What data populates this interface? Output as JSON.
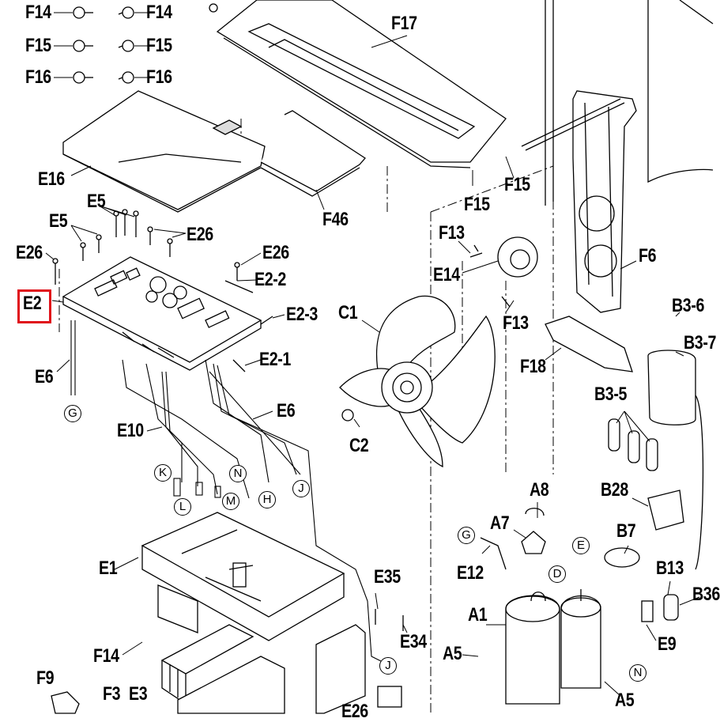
{
  "diagram": {
    "highlight_color": "#e0101a",
    "highlighted_label": "E2",
    "part_labels": {
      "F14a": "F14",
      "F14b": "F14",
      "F15a": "F15",
      "F15b": "F15",
      "F16a": "F16",
      "F16b": "F16",
      "F17": "F17",
      "F15c": "F15",
      "F15d": "F15",
      "E16": "E16",
      "F46": "F46",
      "E5a": "E5",
      "E5b": "E5",
      "E26a": "E26",
      "E26b": "E26",
      "E26c": "E26",
      "E26d": "E26",
      "E2": "E2",
      "E2-2": "E2-2",
      "E2-3": "E2-3",
      "E2-1": "E2-1",
      "E6a": "E6",
      "E6b": "E6",
      "E10": "E10",
      "C1": "C1",
      "C2": "C2",
      "F13a": "F13",
      "F13b": "F13",
      "E14": "E14",
      "F6": "F6",
      "F18": "F18",
      "B3-6": "B3-6",
      "B3-7": "B3-7",
      "B3-5": "B3-5",
      "B28": "B28",
      "B7": "B7",
      "B13": "B13",
      "B36": "B36",
      "E9": "E9",
      "A8": "A8",
      "A7": "A7",
      "E12": "E12",
      "A1": "A1",
      "A5a": "A5",
      "A5b": "A5",
      "E1": "E1",
      "E35": "E35",
      "E34": "E34",
      "F14c": "F14",
      "F9": "F9",
      "F3": "F3",
      "E3": "E3"
    },
    "connector_labels": {
      "G1": "G",
      "K": "K",
      "N1": "N",
      "L": "L",
      "M": "M",
      "H": "H",
      "J1": "J",
      "G2": "G",
      "E": "E",
      "D": "D",
      "N2": "N",
      "J2": "J"
    }
  }
}
